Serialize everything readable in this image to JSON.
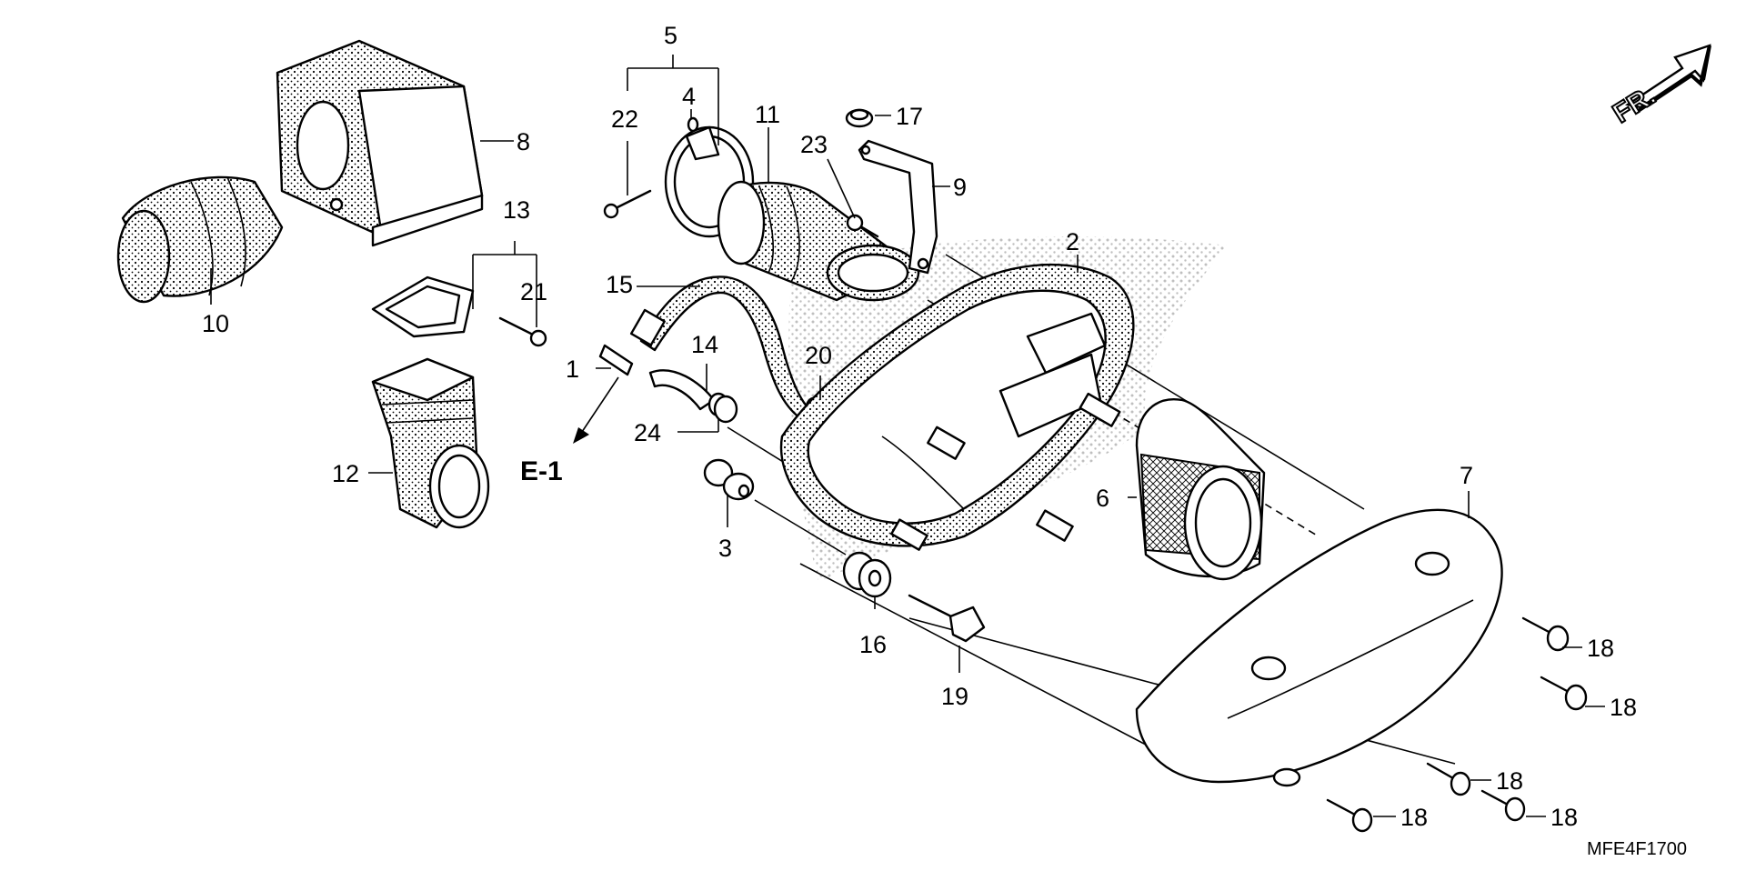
{
  "diagram": {
    "ref_code": "MFE4F1700",
    "direction_label": "FR.",
    "ref_section": "E-1",
    "callouts": {
      "c1": "1",
      "c2": "2",
      "c3": "3",
      "c4": "4",
      "c5": "5",
      "c6": "6",
      "c7": "7",
      "c8": "8",
      "c9": "9",
      "c10": "10",
      "c11": "11",
      "c12": "12",
      "c13": "13",
      "c14": "14",
      "c15": "15",
      "c16": "16",
      "c17": "17",
      "c18": "18",
      "c19": "19",
      "c20": "20",
      "c21": "21",
      "c22": "22",
      "c23": "23",
      "c24": "24"
    }
  }
}
